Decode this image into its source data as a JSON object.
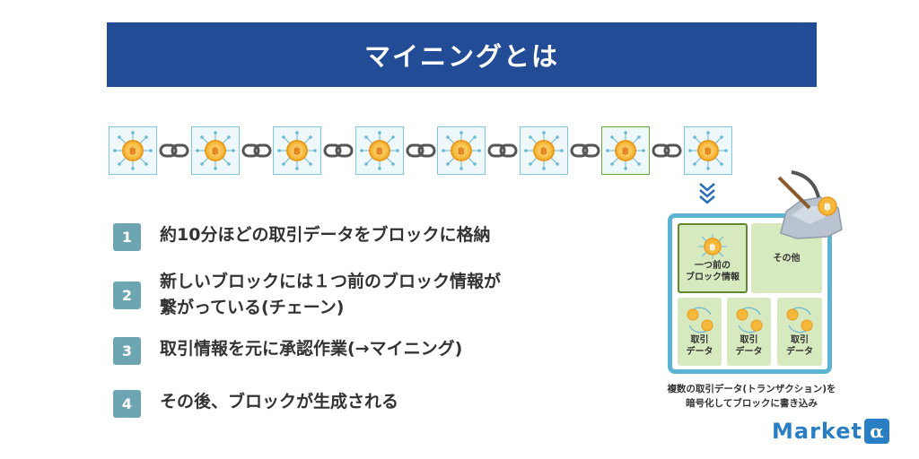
{
  "title": "マイニングとは",
  "chain": {
    "block_count": 8
  },
  "steps": [
    {
      "num": "1",
      "text": "約10分ほどの取引データをブロックに格納"
    },
    {
      "num": "2",
      "text": "新しいブロックには１つ前のブロック情報が\n繋がっている(チェーン)"
    },
    {
      "num": "3",
      "text": "取引情報を元に承認作業(→マイニング)"
    },
    {
      "num": "4",
      "text": "その後、ブロックが生成される"
    }
  ],
  "new_block": {
    "prev_label_1": "一つ前の",
    "prev_label_2": "ブロック情報",
    "other_label": "その他",
    "tx_label_1": "取引",
    "tx_label_2": "データ"
  },
  "caption": {
    "line1": "複数の取引データ(トランザクション)を",
    "line2": "暗号化してブロックに書き込み"
  },
  "logo": {
    "text": "Market",
    "symbol": "α"
  },
  "colors": {
    "title_bg": "#234c96",
    "number_badge": "#6ea5b2",
    "block_border": "#7fc7dd",
    "last_block_border": "#6fa63c",
    "new_block_border": "#5cb4d3",
    "cell_bg": "#d7e9be",
    "coin": "#f6b83a",
    "logo": "#2a7fc4"
  }
}
